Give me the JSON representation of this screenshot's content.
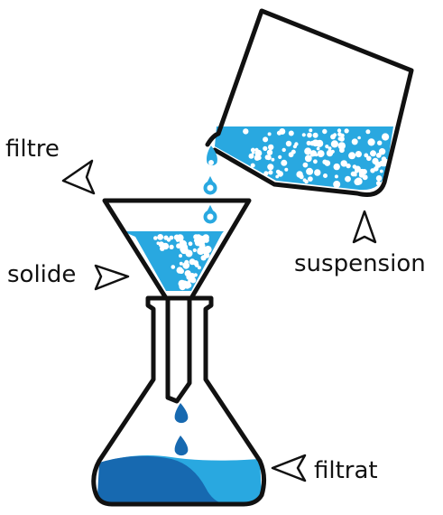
{
  "labels": {
    "filter": "filtre",
    "solid": "solide",
    "suspension": "suspension",
    "filtrate": "filtrat"
  },
  "colors": {
    "outline": "#111111",
    "liquid": "#29a8e0",
    "liquid_dark": "#1769b0",
    "particles": "#ffffff"
  }
}
